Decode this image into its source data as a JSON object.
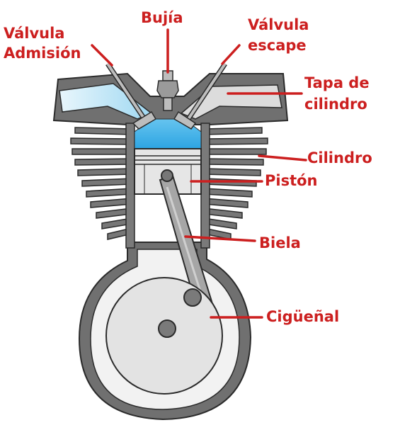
{
  "labels": {
    "bujia": "Bujía",
    "valvula_admision_line1": "Válvula",
    "valvula_admision_line2": "Admisión",
    "valvula_escape_line1": "Válvula",
    "valvula_escape_line2": "escape",
    "tapa_line1": "Tapa de",
    "tapa_line2": "cilindro",
    "cilindro": "Cilindro",
    "piston": "Pistón",
    "biela": "Biela",
    "ciguenal": "Cigüeñal"
  },
  "colors": {
    "label": "#cc1f1f",
    "leader": "#cc1f1f",
    "outline": "#2b2b2b",
    "metal_dark": "#6e6e6e",
    "metal_light": "#e4e4e4",
    "metal_mid": "#a6a6a6",
    "chamber": "#3fb0e8",
    "intake_port": "#bfe6f7"
  }
}
